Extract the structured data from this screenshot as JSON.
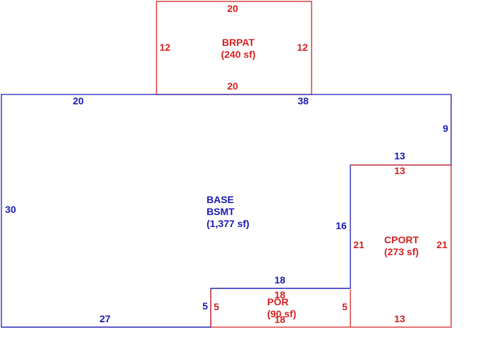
{
  "colors": {
    "base": "#1a1ab4",
    "addition": "#d42020"
  },
  "areas": {
    "brpat": {
      "code": "BRPAT",
      "area": "(240 sf)"
    },
    "base": {
      "code": "BASE",
      "sub": "BSMT",
      "area": "(1,377 sf)"
    },
    "cport": {
      "code": "CPORT",
      "area": "(273 sf)"
    },
    "por": {
      "code": "POR",
      "area": "(90 sf)"
    }
  },
  "dims": {
    "brpat_top": "20",
    "brpat_left": "12",
    "brpat_right": "12",
    "brpat_bottom": "20",
    "base_top_left": "20",
    "base_top_right": "38",
    "base_right": "9",
    "base_step": "13",
    "base_left": "30",
    "base_inner": "16",
    "base_porch_top": "18",
    "base_porch_side": "5",
    "base_bottom": "27",
    "cport_top": "13",
    "cport_left": "21",
    "cport_right": "21",
    "cport_bottom": "13",
    "por_top": "18",
    "por_left": "5",
    "por_right": "5",
    "por_bottom": "18"
  }
}
